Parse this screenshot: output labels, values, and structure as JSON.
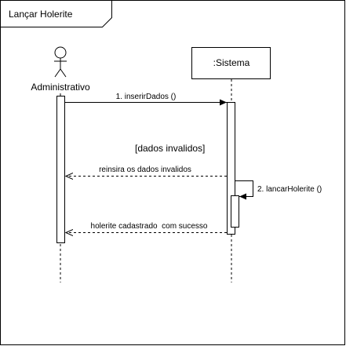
{
  "frame": {
    "title": "Lançar Holerite"
  },
  "actor": {
    "label": "Administrativo"
  },
  "lifeline_box": {
    "label": ":Sistema"
  },
  "messages": {
    "m1": "1. inserirDados ()",
    "guard": "[dados invalidos]",
    "m_return1": "reinsira os dados invalidos",
    "m2": "2. lancarHolerite ()",
    "m_return2": "holerite cadastrado  com sucesso"
  }
}
